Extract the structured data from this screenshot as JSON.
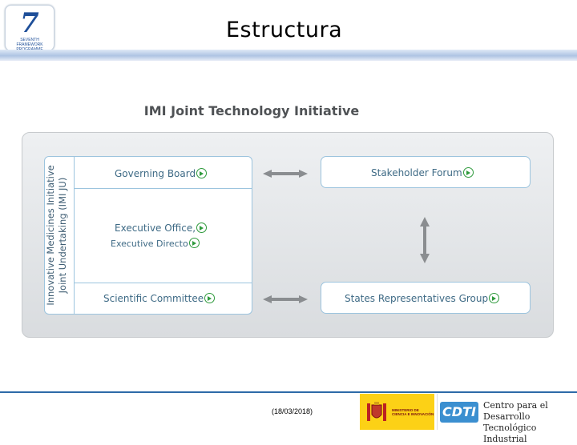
{
  "header": {
    "title": "Estructura",
    "fp7_logo": {
      "numeral": "7",
      "caption": "SEVENTH FRAMEWORK PROGRAMME"
    }
  },
  "diagram": {
    "title": "IMI Joint Technology Initiative",
    "vertical_label_line1": "Innovative Medicines Initiative",
    "vertical_label_line2": "Joint Undertaking (IMI JU)",
    "nodes": {
      "governing_board": "Governing Board",
      "executive_office_line1": "Executive Office,",
      "executive_office_line2": "Executive Directo",
      "scientific_committee": "Scientific Committee",
      "stakeholder_forum": "Stakeholder Forum",
      "states_representatives_group": "States Representatives Group"
    },
    "colors": {
      "border": "#9cc4de",
      "text": "#3e6a85",
      "go_icon": "#2e9a3c",
      "arrow": "#8a8d90"
    },
    "icons": {
      "node_link": "arrow-circle-right-icon",
      "connector": "double-arrow-icon"
    }
  },
  "footer": {
    "date": "(18/03/2018)",
    "ministry_text": "MINISTERIO DE CIENCIA E INNOVACIÓN",
    "cdti_mark": "CDTI",
    "cdti_line1": "Centro para el Desarrollo",
    "cdti_line2": "Tecnológico Industrial"
  }
}
